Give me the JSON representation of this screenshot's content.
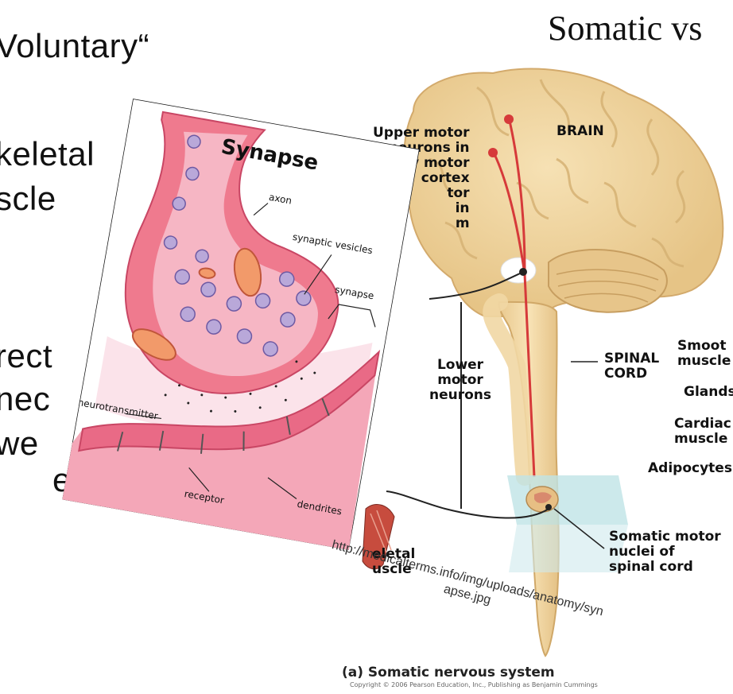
{
  "slide": {
    "left_text_lines": [
      "Voluntary“",
      "keletal",
      "scle",
      "rect",
      "nec",
      "we",
      "en"
    ],
    "heading": "Somatic vs"
  },
  "somatic_diagram": {
    "labels": {
      "upper_motor": [
        "Upper motor",
        "neurons in",
        "primary motor",
        "cortex",
        "tor",
        "in",
        "m"
      ],
      "brain": "BRAIN",
      "spinal_cord": [
        "SPINAL",
        "CORD"
      ],
      "lower_motor": [
        "Lower",
        "motor",
        "neurons"
      ],
      "smooth_muscle": [
        "Smoot",
        "muscle"
      ],
      "glands": "Glands",
      "cardiac_muscle": [
        "Cardiac",
        "muscle"
      ],
      "adipocytes": "Adipocytes",
      "skeletal_muscle": [
        "eletal",
        "uscle"
      ],
      "somatic_motor_nuclei": [
        "Somatic motor",
        "nuclei of",
        "spinal cord"
      ]
    },
    "caption": "(a) Somatic nervous system",
    "copyright": "Copyright © 2006 Pearson Education, Inc., Publishing as Benjamin Cummings"
  },
  "synapse_diagram": {
    "title": "Synapse",
    "labels": {
      "axon": "axon",
      "synaptic_vesicles": "synaptic vesicles",
      "synapse": "synapse",
      "neurotransmitter": "neurotransmitter",
      "dendrites": "dendrites",
      "receptor": "receptor"
    },
    "source_url": [
      "http://medicalterms.info/img/uploads/anatomy/syn",
      "apse.jpg"
    ]
  },
  "colors": {
    "brain": "#efd29a",
    "brain_shadow": "#d9b77a",
    "cord": "#f6dca8",
    "nerve": "#d63a3a",
    "axon_pink": "#ef7a8e",
    "axon_light": "#f6b6c4",
    "vesicle": "#b9a8d9",
    "dendrite": "#e96a86",
    "cleft": "#fbe3ea",
    "plate": "#bfe3e6"
  }
}
